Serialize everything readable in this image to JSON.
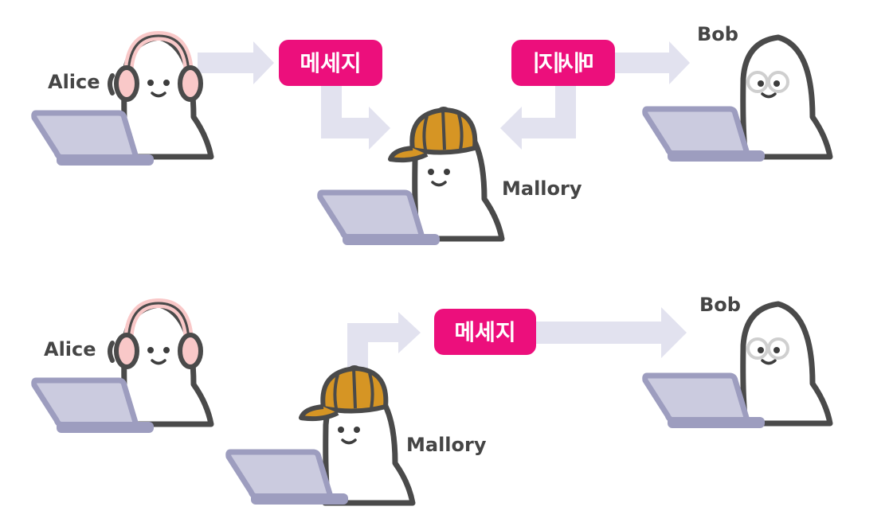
{
  "scenario_top": {
    "alice_label": "Alice",
    "bob_label": "Bob",
    "mallory_label": "Mallory",
    "outgoing_message": "메세지",
    "tampered_message": "메세지",
    "tampered_message_mirrored": true
  },
  "scenario_bottom": {
    "alice_label": "Alice",
    "bob_label": "Bob",
    "mallory_label": "Mallory",
    "message": "메세지"
  },
  "colors": {
    "message_badge": "#ec0f7c",
    "arrow": "#e2e2ef",
    "outline": "#4a4a4a",
    "headphones": "#f9c8c8",
    "cap": "#d69524",
    "laptop_fill": "#cbcbdf",
    "laptop_stroke": "#9d9dbf",
    "glasses": "#cfcfcf"
  },
  "icons": {
    "alice": "person-with-headphones-icon",
    "bob": "person-with-glasses-icon",
    "mallory": "person-with-cap-icon",
    "laptop": "laptop-icon",
    "arrow": "arrow-icon"
  }
}
